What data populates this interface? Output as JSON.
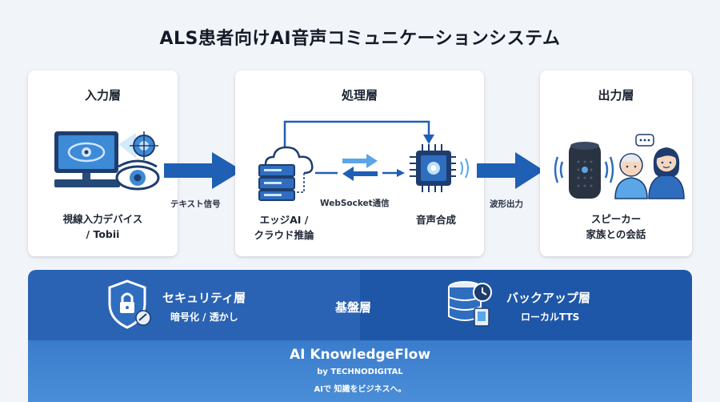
{
  "title": "ALS患者向けAI音声コミュニケーションシステム",
  "input": {
    "heading": "入力層",
    "label_line1": "視線入力デバイス",
    "label_line2": "/ Tobii"
  },
  "signal_label": "テキスト信号",
  "processing": {
    "heading": "処理層",
    "edge_line1": "エッジAI /",
    "edge_line2": "クラウド推論",
    "websocket_label": "WebSocket通信",
    "synthesis_label": "音声合成"
  },
  "waveform_label": "波形出力",
  "output": {
    "heading": "出力層",
    "label_line1": "スピーカー",
    "label_line2": "家族との会話"
  },
  "foundation": {
    "center_label": "基盤層",
    "security_title": "セキュリティ層",
    "security_sub": "暗号化 / 透かし",
    "backup_title": "バックアップ層",
    "backup_sub": "ローカルTTS"
  },
  "brand": {
    "name": "AI KnowledgeFlow",
    "by": "by TECHNODIGITAL",
    "tagline": "AIで 知識をビジネスへ。"
  },
  "colors": {
    "primary": "#1f5fb4",
    "accent": "#2a63b3",
    "light_blue": "#5aa6e6",
    "background": "#f1f4f9"
  }
}
